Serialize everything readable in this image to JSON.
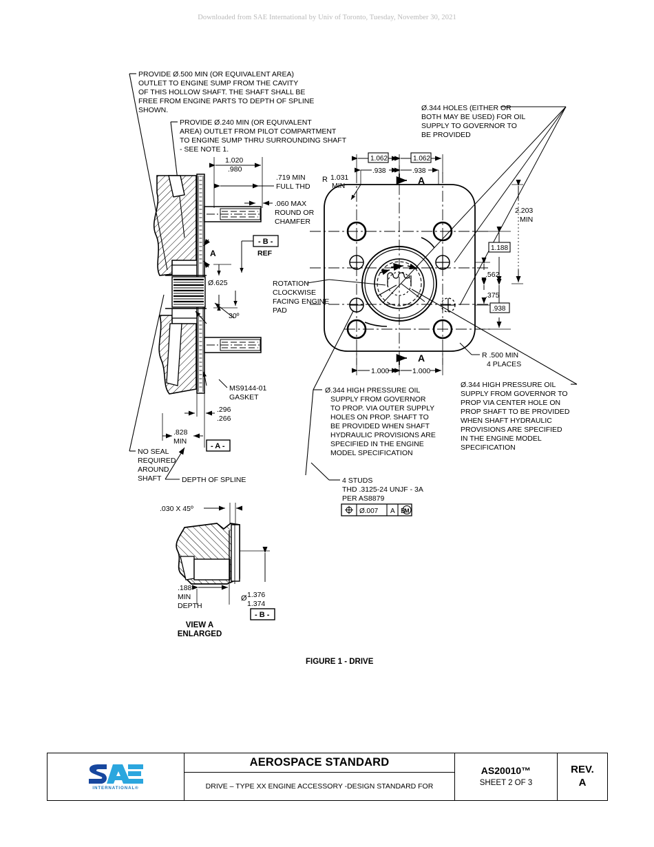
{
  "header": {
    "download_notice": "Downloaded from SAE International by Univ of Toronto, Tuesday, November 30, 2021"
  },
  "figure": {
    "caption": "FIGURE 1 - DRIVE",
    "view_a_title": "VIEW A",
    "view_a_subtitle": "ENLARGED"
  },
  "notes": {
    "note_outlet_500": [
      "PROVIDE Ø.500 MIN (OR EQUIVALENT AREA)",
      "OUTLET TO ENGINE SUMP FROM THE CAVITY",
      "OF THIS HOLLOW SHAFT. THE SHAFT SHALL BE",
      "FREE FROM ENGINE PARTS TO DEPTH OF SPLINE",
      "SHOWN."
    ],
    "note_outlet_240": [
      "PROVIDE Ø.240 MIN (OR EQUIVALENT",
      "AREA) OUTLET FROM PILOT COMPARTMENT",
      "TO ENGINE SUMP  THRU SURROUNDING SHAFT",
      "- SEE NOTE 1."
    ],
    "note_344_holes": [
      "Ø.344 HOLES  (EITHER OR",
      "BOTH MAY BE USED) FOR OIL",
      "SUPPLY TO GOVERNOR TO",
      "BE PROVIDED"
    ],
    "note_rotation": [
      "ROTATION",
      "CLOCKWISE",
      "FACING ENGINE",
      "PAD"
    ],
    "note_oil_outer": [
      "Ø.344 HIGH PRESSURE OIL",
      "SUPPLY FROM GOVERNOR",
      "TO PROP.  VIA OUTER SUPPLY",
      "HOLES ON PROP. SHAFT TO",
      "BE PROVIDED WHEN SHAFT",
      "HYDRAULIC PROVISIONS ARE",
      "SPECIFIED IN THE ENGINE",
      "MODEL SPECIFICATION"
    ],
    "note_oil_center": [
      "Ø.344 HIGH PRESSURE OIL",
      "SUPPLY FROM GOVERNOR TO",
      "PROP VIA CENTER HOLE ON",
      "PROP SHAFT TO BE PROVIDED",
      " WHEN SHAFT HYDRAULIC",
      "PROVISIONS ARE SPECIFIED",
      "IN THE ENGINE MODEL",
      "SPECIFICATION"
    ],
    "note_no_seal": [
      "NO SEAL",
      "REQUIRED",
      "AROUND",
      "SHAFT"
    ],
    "note_depth_of_spline": "DEPTH OF SPLINE",
    "note_gasket": [
      "MS9144-01",
      "GASKET"
    ],
    "note_studs": [
      "4 STUDS",
      "THD .3125-24 UNJF - 3A",
      "PER  AS8879"
    ],
    "note_r500": [
      "R .500 MIN",
      "4 PLACES"
    ]
  },
  "dimensions": {
    "d_1020": "1.020",
    "d_980": ".980",
    "d_719": ".719 MIN",
    "d_full_thd": "FULL THD",
    "d_060": ".060 MAX",
    "d_round_or": "ROUND OR",
    "d_chamfer": "CHAMFER",
    "d_625": "Ø.625",
    "d_30deg": "30º",
    "d_296": ".296",
    "d_266": ".266",
    "d_828": ".828",
    "d_min": "MIN",
    "d_1062_left": "1.062",
    "d_1062_right": "1.062",
    "d_938_left": ".938",
    "d_938_right": ".938",
    "d_r_label": "R",
    "d_1031": "1.031",
    "d_1031_min": "MIN",
    "d_2203": "2.203",
    "d_2203_min": "MIN",
    "d_1188": "1.188",
    "d_562": ".562",
    "d_375": ".375",
    "d_938_vert": ".938",
    "d_1000_left": "1.000",
    "d_1000_right": "1.000",
    "d_030x45": ".030 X 45º",
    "d_188": ".188",
    "d_188_min": "MIN",
    "d_188_depth": "DEPTH",
    "d_dia_sym": "Ø",
    "d_1376": "1.376",
    "d_1374": "1.374"
  },
  "datums": {
    "datum_a": "- A -",
    "datum_b": "- B -",
    "datum_b_ref_label": "REF",
    "datum_b_view_a": "- B -",
    "section_label_top": "A",
    "section_label_bottom": "A",
    "section_label_left": "A"
  },
  "fcf": {
    "symbol": "position-symbol",
    "tolerance": "Ø.007",
    "datum1": "A",
    "datum2": "B",
    "modifier": "M"
  },
  "title_block": {
    "standard_title": "AEROSPACE STANDARD",
    "subtitle_line1": "DRIVE – TYPE XX ENGINE ACCESSORY -",
    "subtitle_line2": "DESIGN STANDARD FOR",
    "doc_number": "AS20010™",
    "sheet": "SHEET 2 OF 3",
    "rev_label": "REV.",
    "rev_value": "A",
    "logo_text": "SAE",
    "logo_sub": "INTERNATIONAL®"
  },
  "colors": {
    "line": "#000000",
    "notice_gray": "#b9b9b9",
    "sae_dark_blue": "#1c3f94",
    "sae_light_blue": "#2ba6de"
  }
}
